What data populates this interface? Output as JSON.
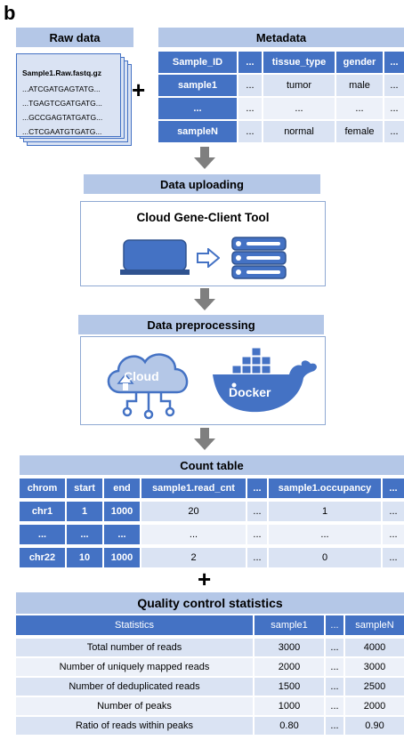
{
  "panel_label": "b",
  "raw_data": {
    "header": "Raw data",
    "file_name": "Sample1.Raw.fastq.gz",
    "lines": [
      "...ATCGATGAGTATG...",
      "...TGAGTCGATGATG...",
      "...GCCGAGTATGATG...",
      "...CTCGAATGTGATG..."
    ]
  },
  "plus_sign": "+",
  "metadata": {
    "header": "Metadata",
    "columns": [
      "Sample_ID",
      "...",
      "tissue_type",
      "gender",
      "..."
    ],
    "rows": [
      [
        "sample1",
        "...",
        "tumor",
        "male",
        "..."
      ],
      [
        "...",
        "...",
        "...",
        "...",
        "..."
      ],
      [
        "sampleN",
        "...",
        "normal",
        "female",
        "..."
      ]
    ]
  },
  "data_uploading": {
    "header": "Data uploading",
    "tool_title": "Cloud Gene-Client Tool"
  },
  "data_preprocessing": {
    "header": "Data preprocessing",
    "cloud_label": "Cloud",
    "docker_label": "Docker"
  },
  "count_table": {
    "header": "Count table",
    "columns": [
      "chrom",
      "start",
      "end",
      "sample1.read_cnt",
      "...",
      "sample1.occupancy",
      "..."
    ],
    "rows": [
      [
        "chr1",
        "1",
        "1000",
        "20",
        "...",
        "1",
        "..."
      ],
      [
        "...",
        "...",
        "...",
        "...",
        "...",
        "...",
        "..."
      ],
      [
        "chr22",
        "10",
        "1000",
        "2",
        "...",
        "0",
        "..."
      ]
    ]
  },
  "plus_sign_2": "+",
  "qc": {
    "header": "Quality control statistics",
    "columns": [
      "Statistics",
      "sample1",
      "...",
      "sampleN"
    ],
    "rows": [
      [
        "Total number of reads",
        "3000",
        "...",
        "4000"
      ],
      [
        "Number of uniquely mapped reads",
        "2000",
        "...",
        "3000"
      ],
      [
        "Number of deduplicated reads",
        "1500",
        "...",
        "2500"
      ],
      [
        "Number of peaks",
        "1000",
        "...",
        "2000"
      ],
      [
        "Ratio of reads within peaks",
        "0.80",
        "...",
        "0.90"
      ]
    ]
  },
  "colors": {
    "header_bg": "#b4c7e7",
    "dark_blue": "#4472c4",
    "light_blue": "#dae3f3",
    "arrow_gray": "#7f7f7f"
  }
}
